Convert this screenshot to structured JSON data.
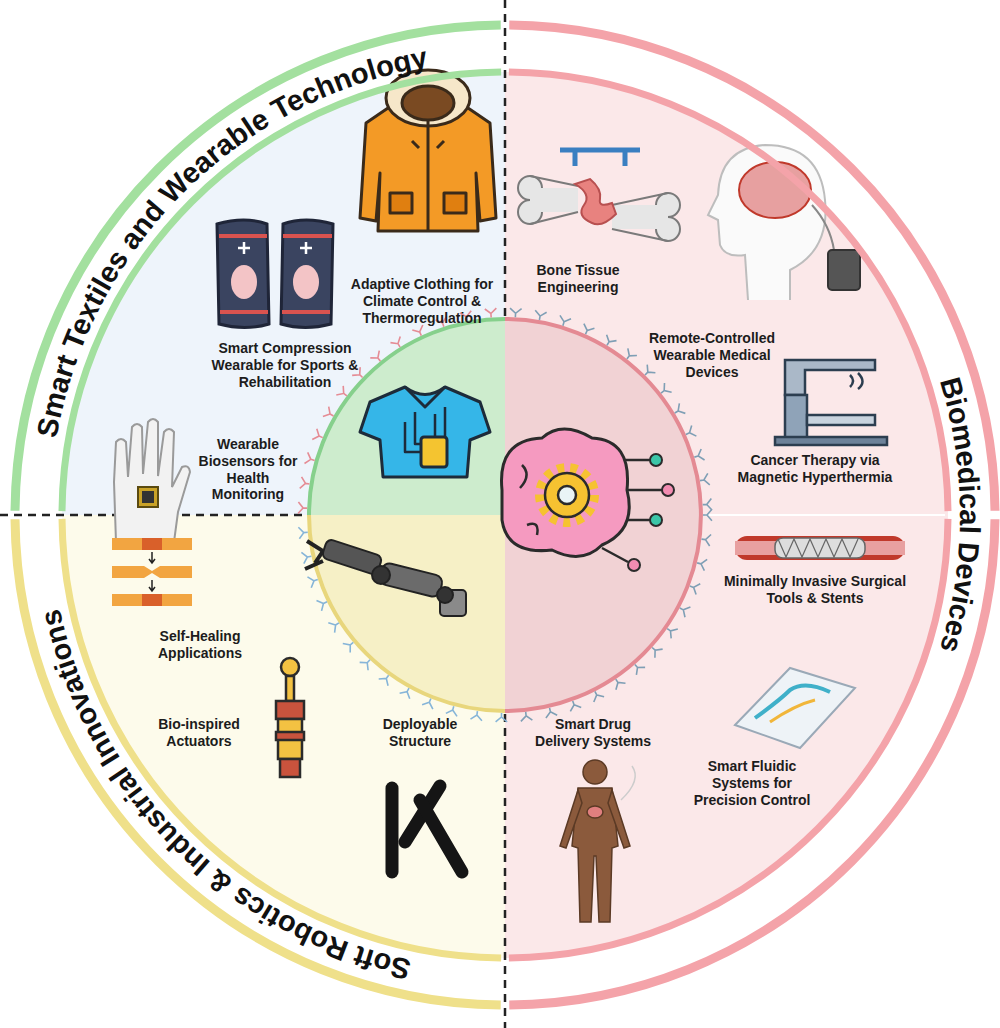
{
  "diagram": {
    "nodes": [
      {
        "text": [
          "Smart Textiles and Wearable Technology",
          "Adaptive Clothing for Climate Control & Thermoregulation",
          "Smart Compression Wearable for Sports & Rehabilitation",
          "Wearable Biosensors for Health Monitoring"
        ]
      },
      {
        "text": [
          "Biomedical Devices",
          "Bone Tissue Engineering",
          "Remote-Controlled Wearable Medical Devices",
          "Cancer Therapy via Magnetic Hyperthermia",
          "Minimally Invasive Surgical Tools & Stents",
          "Smart Drug Delivery Systems",
          "Smart Fluidic Systems for Precision Control"
        ]
      },
      {
        "text": [
          "Soft Robotics & Industrial Innovations",
          "Self-Healing Applications",
          "Bio-inspired Actuators",
          "Deployable Structure"
        ]
      }
    ]
  }
}
